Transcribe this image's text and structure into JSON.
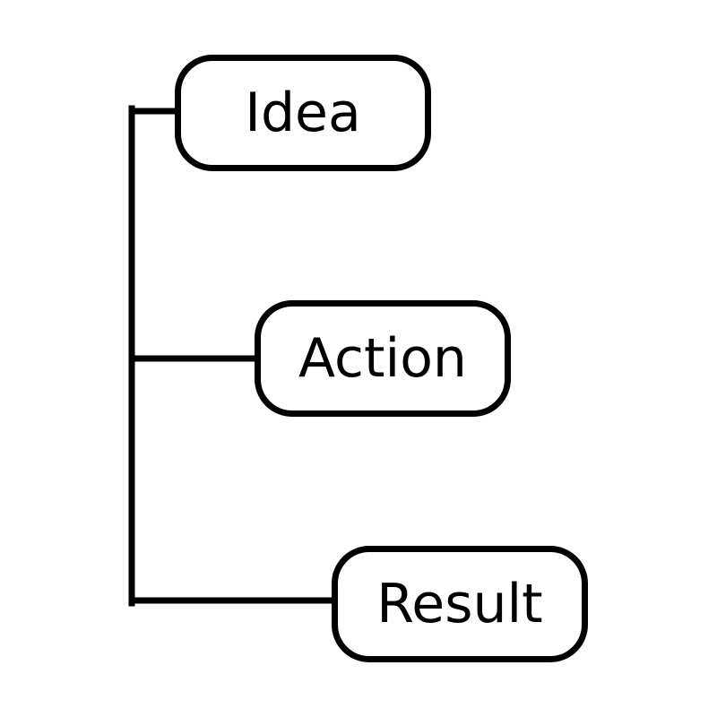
{
  "diagram": {
    "nodes": [
      {
        "id": "idea",
        "label": "Idea"
      },
      {
        "id": "action",
        "label": "Action"
      },
      {
        "id": "result",
        "label": "Result"
      }
    ],
    "edges": [
      {
        "from": "spine",
        "to": "idea"
      },
      {
        "from": "spine",
        "to": "action"
      },
      {
        "from": "spine",
        "to": "result"
      }
    ],
    "colors": {
      "stroke": "#000000",
      "fill": "#ffffff",
      "text": "#000000"
    }
  }
}
